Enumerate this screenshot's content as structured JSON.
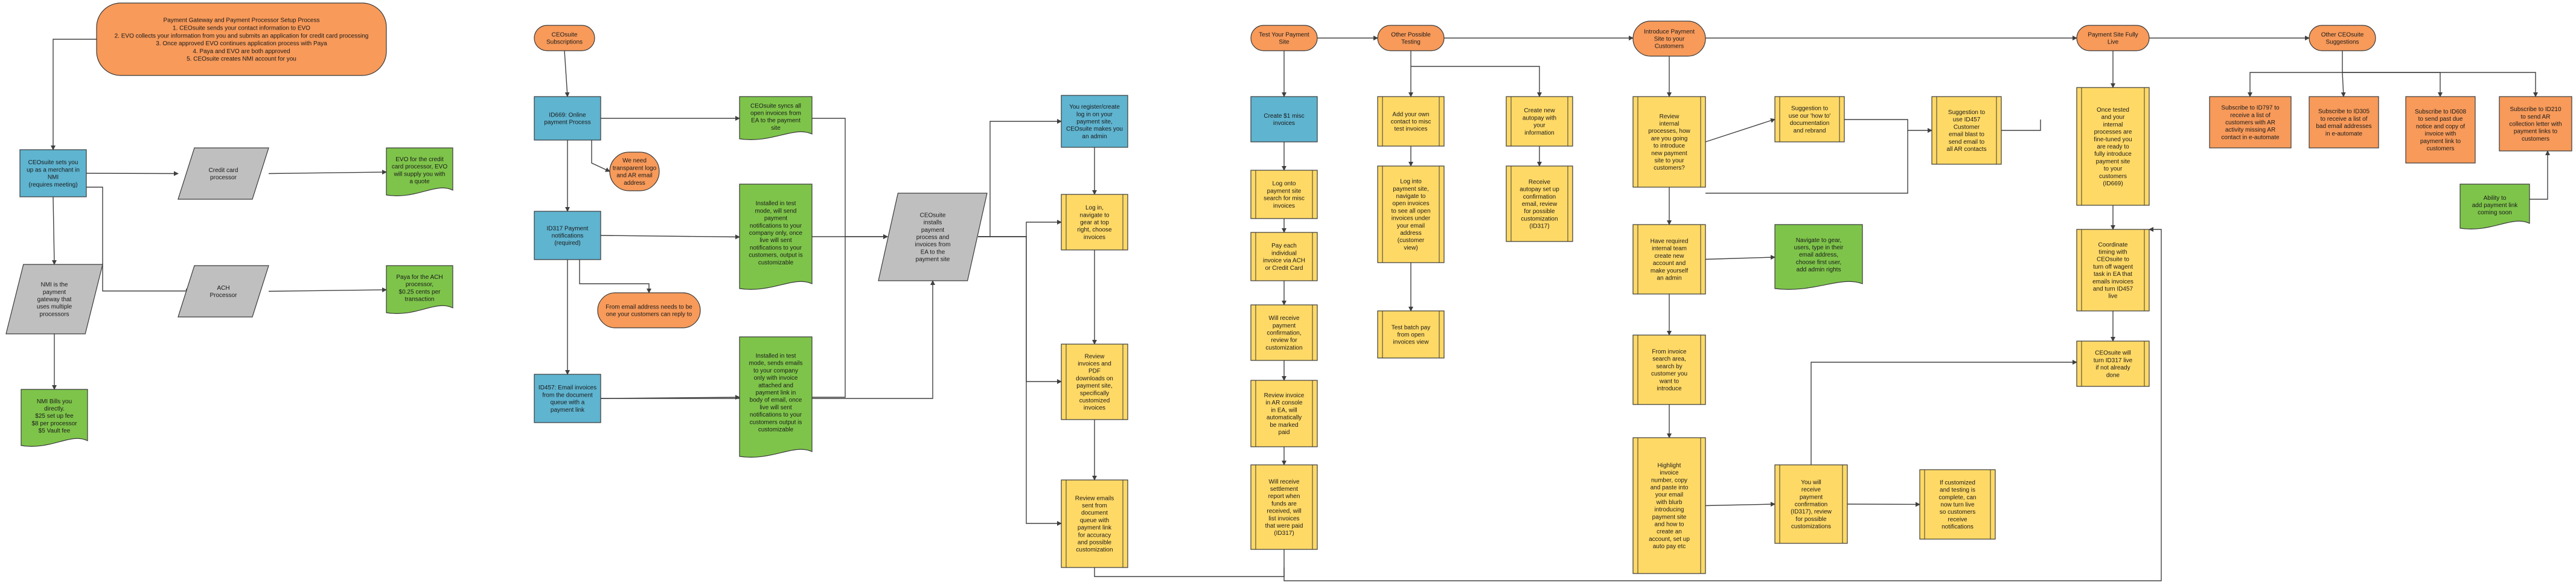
{
  "colors": {
    "orange": "#f79a5a",
    "blue": "#5fb4d0",
    "yellow": "#ffd966",
    "green": "#7ec44a",
    "gray": "#bfbfbf",
    "line": "#404040"
  },
  "nodes": {
    "setup_process": [
      "Payment Gateway and Payment Processor Setup Process",
      "1. CEOsuite sends your contact information to EVO",
      "2. EVO collects your information from you and submits an application for credit card processing",
      "3. Once approved EVO continues application process with Paya",
      "4. Paya and EVO are both approved",
      "5. CEOsuite creates NMI account for you"
    ],
    "ceo_sets_up_nmi": [
      "CEOsuite sets you",
      "up as a merchant in",
      "NMI",
      "(requires meeting)"
    ],
    "credit_card_processor": [
      "Credit card",
      "processor"
    ],
    "evo_credit": [
      "EVO for the credit",
      "card processor, EVO",
      "will supply you with",
      "a quote"
    ],
    "nmi_gateway": [
      "NMI is the",
      "payment",
      "gateway that",
      "uses multiple",
      "processors"
    ],
    "ach_processor": [
      "ACH",
      "Processor"
    ],
    "paya_ach": [
      "Paya for the ACH",
      "processor,",
      "$0.25 cents per",
      "transaction"
    ],
    "nmi_bills": [
      "NMI Bills you",
      "directly.",
      "$25 set up fee",
      "$8 per processor",
      "$5 Vault fee"
    ],
    "ceo_subscriptions": [
      "CEOsuite",
      "Subscriptions"
    ],
    "id669": [
      "ID669: Online",
      "payment Process"
    ],
    "transparent_logo": [
      "We need",
      "transparent logo",
      "and AR email",
      "address"
    ],
    "ceo_syncs": [
      "CEOsuite syncs all",
      "open invoices from",
      "EA to the payment",
      "site"
    ],
    "id317": [
      "ID317 Payment",
      "notifications",
      "(required)"
    ],
    "from_email": [
      "From email address needs to be",
      "one your customers can reply to"
    ],
    "installed_test_1": [
      "Installed in test",
      "mode, will send",
      "payment",
      "notifications to your",
      "company only, once",
      "live will sent",
      "notifications to your",
      "customers, output is",
      "customizable"
    ],
    "id457": [
      "ID457: Email invoices",
      "from the document",
      "queue with a",
      "payment link"
    ],
    "installed_test_2": [
      "Installed in test",
      "mode, sends emails",
      "to your company",
      "only with invoice",
      "attached and",
      "payment link in",
      "body of email, once",
      "live will sent",
      "notifications to your",
      "customers output is",
      "customizable"
    ],
    "ceo_installs": [
      "CEOsuite",
      "installs",
      "payment",
      "process and",
      "invoices from",
      "EA to the",
      "payment site"
    ],
    "you_register": [
      "You register/create",
      "log in on your",
      "payment site,",
      "CEOsuite makes you",
      "an admin"
    ],
    "log_in_gear": [
      "Log in,",
      "navigate to",
      "gear at top",
      "right, choose",
      "invoices"
    ],
    "review_pdf": [
      "Review",
      "invoices and",
      "PDF",
      "downloads on",
      "payment site,",
      "specifically",
      "customized",
      "invoices"
    ],
    "review_emails": [
      "Review emails",
      "sent from",
      "document",
      "queue with",
      "payment link",
      "for accuracy",
      "and possible",
      "customization"
    ],
    "test_payment_site": [
      "Test Your Payment",
      "Site"
    ],
    "create_misc": [
      "Create $1 misc",
      "invoices"
    ],
    "log_onto": [
      "Log onto",
      "payment site",
      "search for misc",
      "invoices"
    ],
    "pay_each": [
      "Pay each",
      "individual",
      "invoice via ACH",
      "or Credit Card"
    ],
    "will_receive_1": [
      "Will receive",
      "payment",
      "confirmation,",
      "review for",
      "customization"
    ],
    "review_ar": [
      "Review invoice",
      "in AR console",
      "in EA, will",
      "automatically",
      "be marked",
      "paid"
    ],
    "will_receive_settle": [
      "Will receive",
      "settlement",
      "report when",
      "funds are",
      "received, will",
      "list invoices",
      "that were paid",
      "(ID317)"
    ],
    "other_testing": [
      "Other Possible",
      "Testing"
    ],
    "add_contact": [
      "Add your own",
      "contact to misc",
      "test invoices"
    ],
    "log_navigate": [
      "Log into",
      "payment site,",
      "navigate to",
      "open invoices",
      "to see all open",
      "invoices under",
      "your email",
      "address",
      "(customer",
      "view)"
    ],
    "test_batch": [
      "Test batch pay",
      "from open",
      "invoices view"
    ],
    "create_autopay": [
      "Create new",
      "autopay with",
      "your",
      "information"
    ],
    "receive_autopay": [
      "Receive",
      "autopay set up",
      "confirmation",
      "email, review",
      "for possible",
      "customization",
      "(ID317)"
    ],
    "introduce": [
      "Introduce Payment",
      "Site to your",
      "Customers"
    ],
    "review_internal": [
      "Review",
      "internal",
      "processes, how",
      "are you going",
      "to introduce",
      "new payment",
      "site to your",
      "customers?"
    ],
    "suggestion_how_to": [
      "Suggestion to",
      "use our 'how to'",
      "documentation",
      "and rebrand"
    ],
    "have_required": [
      "Have required",
      "internal team",
      "create new",
      "account and",
      "make yourself",
      "an admin"
    ],
    "navigate_users": [
      "Navigate to gear,",
      "users, type in their",
      "email address,",
      "choose first user,",
      "add admin rights"
    ],
    "from_invoice": [
      "From invoice",
      "search area,",
      "search by",
      "customer you",
      "want to",
      "introduce"
    ],
    "highlight": [
      "Highlight",
      "invoice",
      "number, copy",
      "and paste into",
      "your email",
      "with blurb",
      "introducing",
      "payment site",
      "and how to",
      "create an",
      "account, set up",
      "auto pay etc"
    ],
    "you_will_receive": [
      "You will",
      "receive",
      "payment",
      "confirmation",
      "(ID317), review",
      "for possible",
      "customizations"
    ],
    "if_customized": [
      "If customized",
      "and testing is",
      "complete, can",
      "now turn live",
      "so customers",
      "receive",
      "notifications"
    ],
    "suggestion_id457": [
      "Suggestion to",
      "use ID457",
      "Customer",
      "email blast to",
      "send email to",
      "all AR contacts"
    ],
    "payment_site_live": [
      "Payment Site Fully",
      "Live"
    ],
    "once_tested": [
      "Once tested",
      "and your",
      "internal",
      "processes are",
      "fine-tuned you",
      "are ready to",
      "fully introduce",
      "payment site",
      "to your",
      "customers",
      "(ID669)"
    ],
    "coordinate": [
      "Coordinate",
      "timing with",
      "CEOsuite to",
      "turn off wagent",
      "task in EA that",
      "emails invoices",
      "and turn ID457",
      "live"
    ],
    "turn_id317": [
      "CEOsuite will",
      "turn ID317 live",
      "if not already",
      "done"
    ],
    "other_suggestions": [
      "Other CEOsuite",
      "Suggestions"
    ],
    "sub_id797": [
      "Subscribe to ID797 to",
      "receive a list of",
      "customers with AR",
      "activity missing AR",
      "contact in e-automate"
    ],
    "sub_id305": [
      "Subscribe to ID305",
      "to receive a list of",
      "bad email addresses",
      "in e-automate"
    ],
    "sub_id608": [
      "Subscribe to ID608",
      "to send past due",
      "notice and copy of",
      "invoice with",
      "payment link to",
      "customers"
    ],
    "sub_id210": [
      "Subscribe to ID210",
      "to send AR",
      "collection letter with",
      "payment links to",
      "customers"
    ],
    "ability_add": [
      "Ability to",
      "add payment link",
      "coming soon"
    ]
  }
}
